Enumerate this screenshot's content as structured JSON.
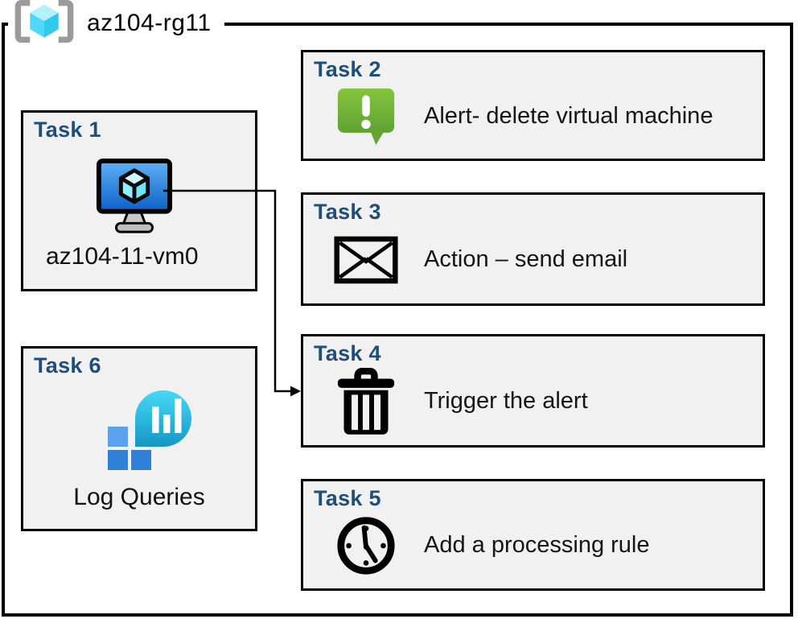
{
  "resource_group": {
    "label": "az104-rg11",
    "icon": "resource-group-icon"
  },
  "tasks": [
    {
      "title": "Task 1",
      "label": "az104-11-vm0",
      "icon": "virtual-machine-icon"
    },
    {
      "title": "Task 2",
      "label": "Alert- delete virtual machine",
      "icon": "alert-message-icon"
    },
    {
      "title": "Task 3",
      "label": "Action – send email",
      "icon": "email-envelope-icon"
    },
    {
      "title": "Task 4",
      "label": "Trigger the alert",
      "icon": "trash-delete-icon"
    },
    {
      "title": "Task 5",
      "label": "Add a processing rule",
      "icon": "clock-icon"
    },
    {
      "title": "Task 6",
      "label": "Log Queries",
      "icon": "log-analytics-icon"
    }
  ],
  "connector": {
    "from": "Task 1",
    "to": "Task 4"
  },
  "colors": {
    "task_title_blue": "#1F4E79",
    "box_fill": "#F1F1F1",
    "box_border": "#000000",
    "alert_green_top": "#86C43C",
    "alert_green_bottom": "#5FA232",
    "vm_screen_top": "#5FB2F6",
    "vm_screen_bottom": "#0E5FC4",
    "vm_cube_cyan": "#8FEFFF",
    "log_bubble_top": "#45D9F7",
    "log_bubble_bottom": "#1597C4",
    "log_square_light": "#5CA1EC",
    "log_square_dark": "#2E80D8",
    "rg_bracket_gray": "#9B9B9B",
    "rg_cube_top": "#B5F1FC",
    "rg_cube_left": "#4ED9F6",
    "rg_cube_right": "#30C9EC"
  }
}
